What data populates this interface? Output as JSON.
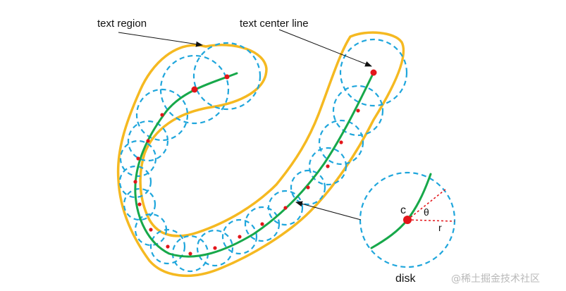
{
  "labels": {
    "text_region": "text region",
    "text_center_line": "text center line",
    "c": "c",
    "theta": "θ",
    "r": "r",
    "disk": "disk"
  },
  "watermark": "@稀土掘金技术社区",
  "colors": {
    "region_outline": "#f5b921",
    "disk_dashed": "#1fa6dc",
    "center_line": "#17a84a",
    "center_point": "#e3151a",
    "radius_dashed": "#e3151a",
    "text": "#111111",
    "watermark": "#b9b9b9"
  }
}
